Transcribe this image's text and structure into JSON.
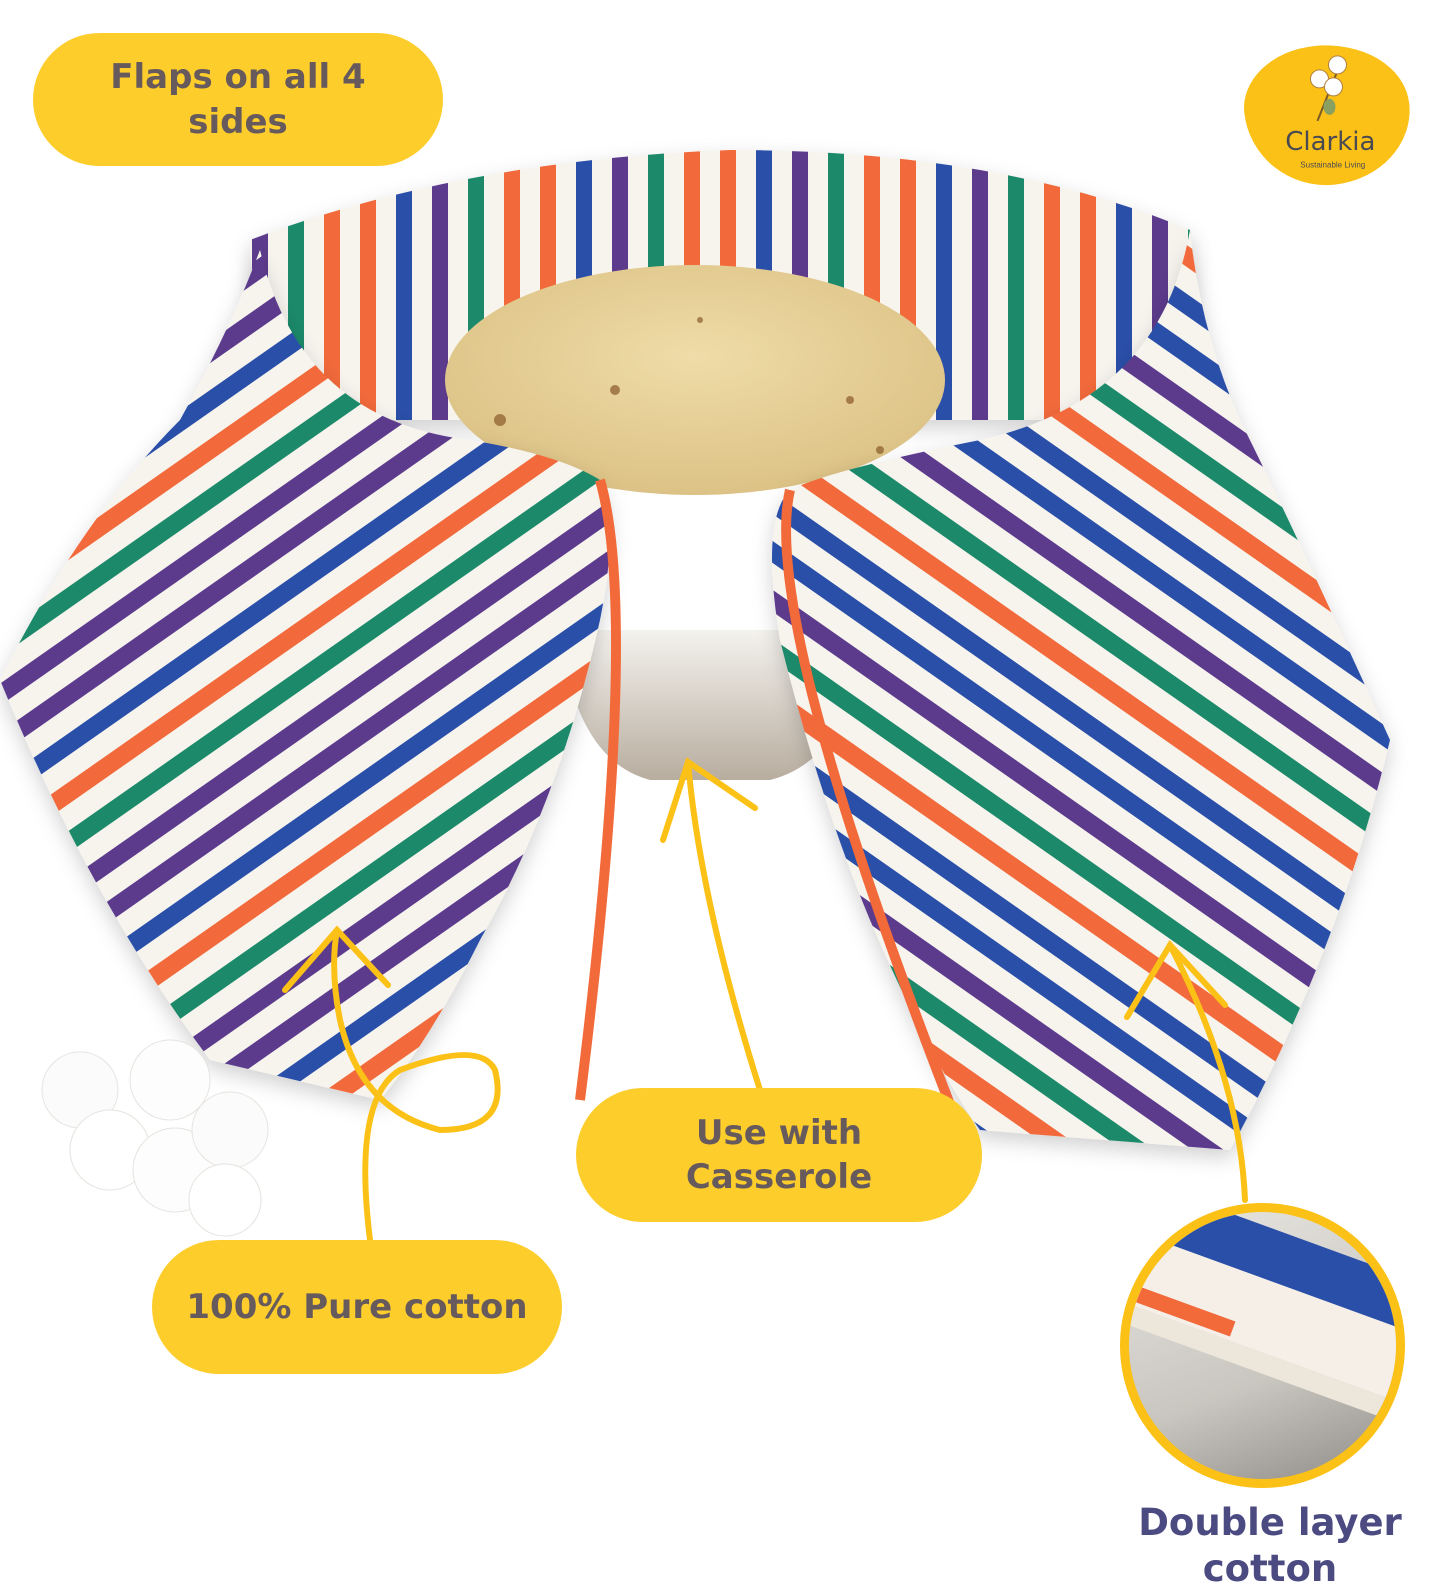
{
  "callouts": {
    "flaps": {
      "line1": "Flaps on all 4",
      "line2": "sides"
    },
    "casserole": {
      "line1": "Use with",
      "line2": "Casserole"
    },
    "cotton": {
      "label": "100% Pure cotton"
    },
    "double_layer": {
      "line1": "Double layer",
      "line2": "cotton"
    }
  },
  "logo": {
    "brand": "Clarkia",
    "tagline": "Sustainable Living",
    "icon": "cotton-branch-icon"
  },
  "product": {
    "name": "striped-cotton-roti-cover",
    "contents": "roti-stack",
    "base": "casserole"
  },
  "colors": {
    "pill_bg": "#fdcd2c",
    "pill_text": "#665a5c",
    "arrow": "#fbc116",
    "double_layer_text": "#4b4b82",
    "stripe_purple": "#5b3a8c",
    "stripe_blue": "#2a4fa8",
    "stripe_orange": "#f26a3a",
    "stripe_green": "#1f8a6a",
    "fabric_white": "#f7f4ee",
    "roti": "#e8d29a"
  }
}
